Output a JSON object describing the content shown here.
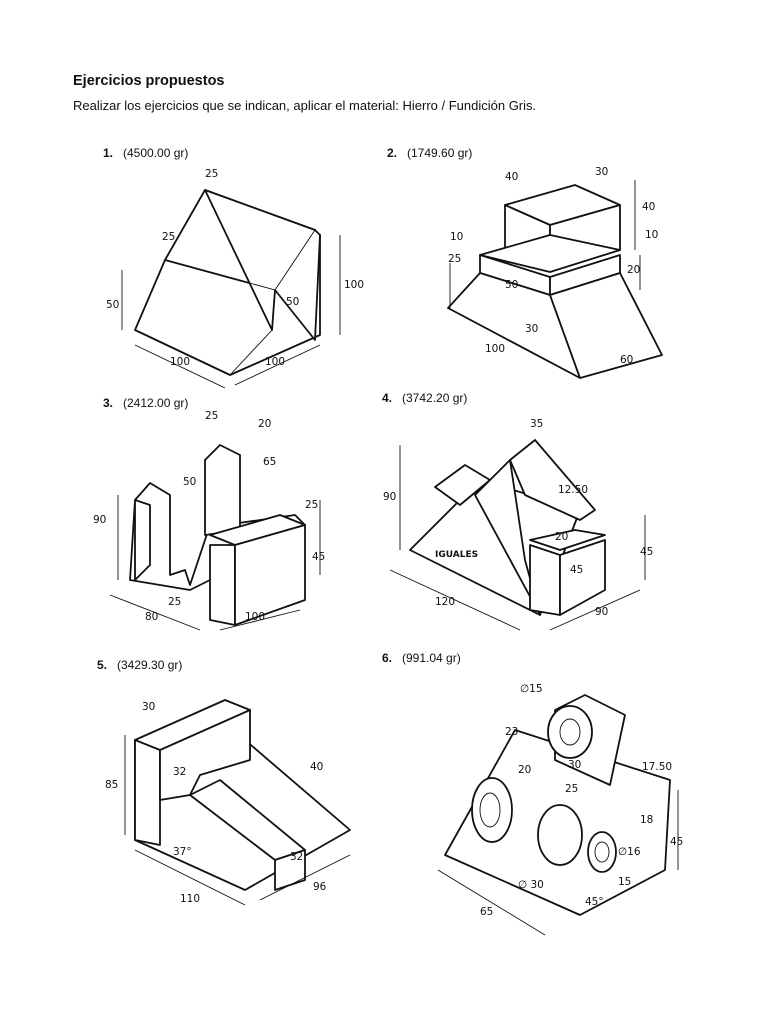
{
  "heading": "Ejercicios propuestos",
  "instructions": "Realizar los ejercicios que se indican, aplicar el material: Hierro / Fundición Gris.",
  "exercises": [
    {
      "number": "1.",
      "mass": "(4500.00 gr)",
      "dims": [
        "25",
        "25",
        "50",
        "50",
        "100",
        "100",
        "100"
      ]
    },
    {
      "number": "2.",
      "mass": "(1749.60 gr)",
      "dims": [
        "40",
        "30",
        "40",
        "10",
        "10",
        "25",
        "50",
        "20",
        "30",
        "100",
        "60"
      ]
    },
    {
      "number": "3.",
      "mass": "(2412.00 gr)",
      "dims": [
        "25",
        "20",
        "65",
        "50",
        "90",
        "25",
        "45",
        "25",
        "80",
        "100"
      ]
    },
    {
      "number": "4.",
      "mass": "(3742.20 gr)",
      "dims": [
        "35",
        "90",
        "12.50",
        "20",
        "IGUALES",
        "45",
        "45",
        "120",
        "90"
      ]
    },
    {
      "number": "5.",
      "mass": "(3429.30 gr)",
      "dims": [
        "30",
        "85",
        "32",
        "40",
        "37°",
        "32",
        "110",
        "96"
      ]
    },
    {
      "number": "6.",
      "mass": "(991.04 gr)",
      "dims": [
        "∅15",
        "23",
        "20",
        "30",
        "17.50",
        "25",
        "18",
        "45",
        "∅16",
        "∅ 30",
        "15",
        "45°",
        "65"
      ]
    }
  ]
}
